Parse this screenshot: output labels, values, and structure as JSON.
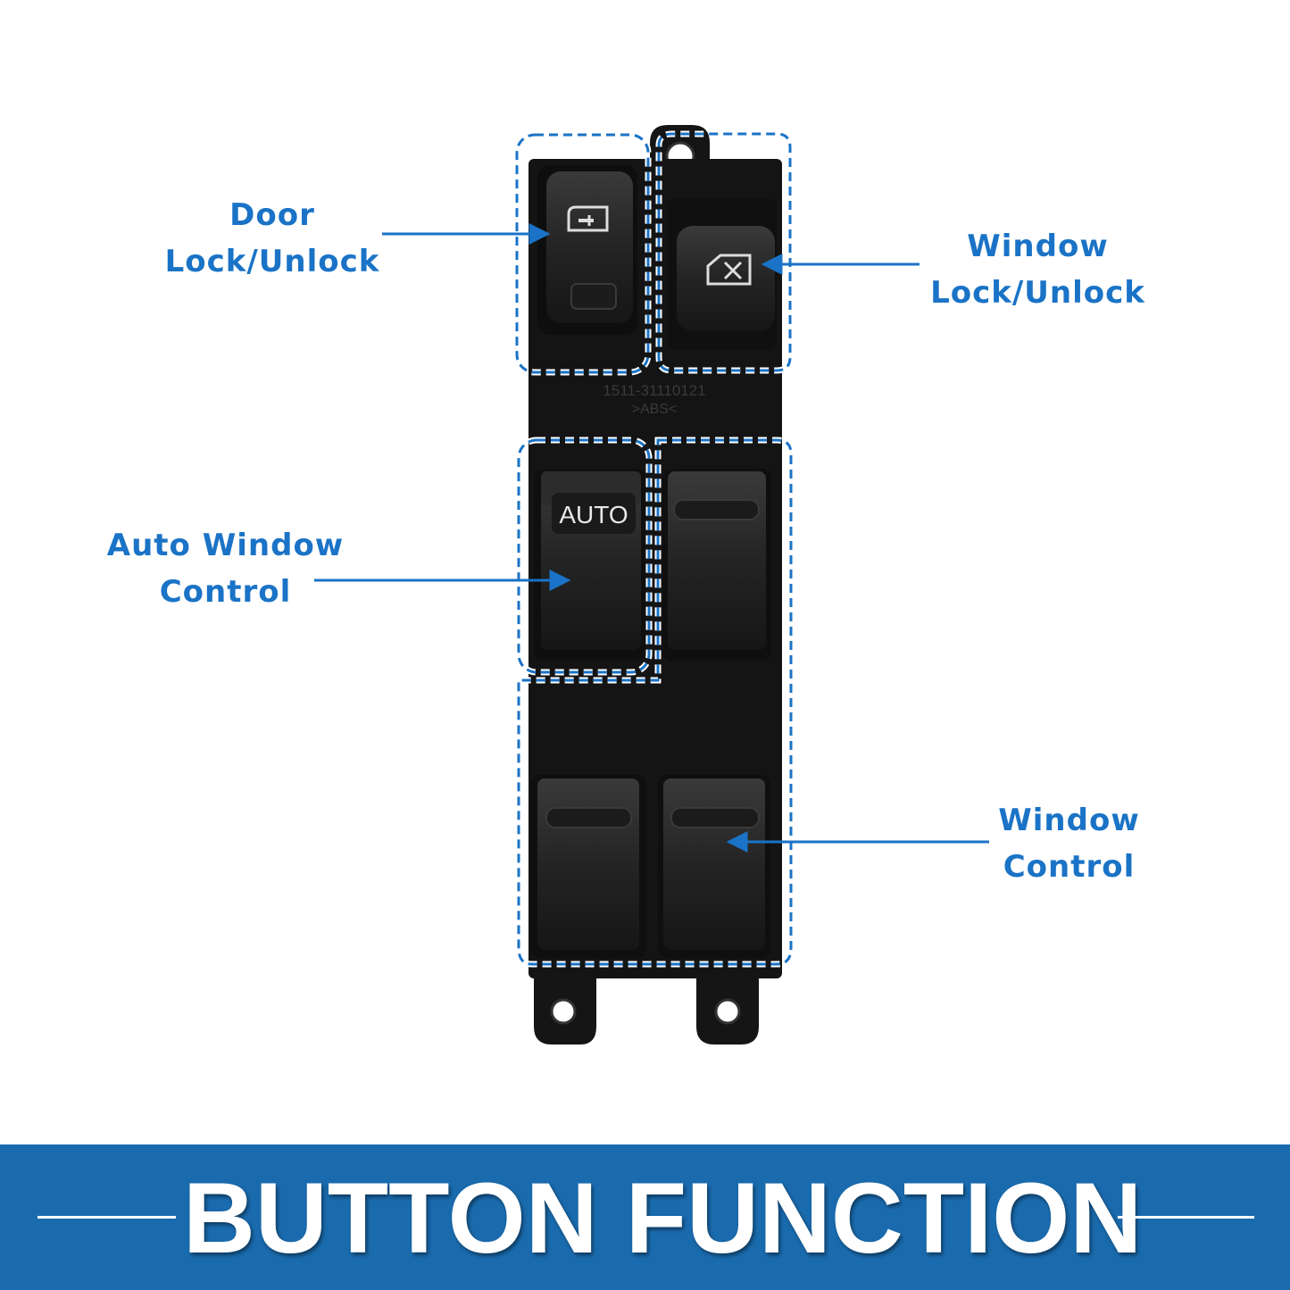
{
  "product": {
    "button_auto_text": "AUTO",
    "part_number": "1511-31110121",
    "material_mark": ">ABS<",
    "door_lock_icon": "door-lock-icon",
    "window_lock_icon": "window-lock-icon"
  },
  "callouts": {
    "door_lock": {
      "line1": "Door",
      "line2": "Lock/Unlock"
    },
    "window_lock": {
      "line1": "Window",
      "line2": "Lock/Unlock"
    },
    "auto_window": {
      "line1": "Auto Window",
      "line2": "Control"
    },
    "window_control": {
      "line1": "Window",
      "line2": "Control"
    }
  },
  "footer": {
    "title": "BUTTON FUNCTION"
  },
  "colors": {
    "accent": "#1a73c6",
    "footer_bg": "#1a6bae",
    "switch_body": "#141414"
  }
}
